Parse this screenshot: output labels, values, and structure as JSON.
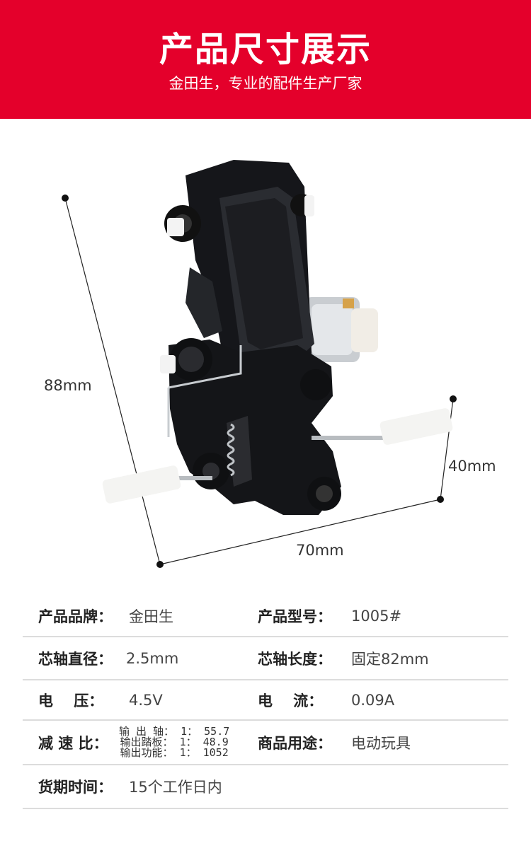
{
  "header": {
    "title": "产品尺寸展示",
    "subtitle": "金田生，专业的配件生产厂家",
    "background_color": "#e4002b"
  },
  "dimensions": {
    "height": "88mm",
    "depth": "40mm",
    "width": "70mm"
  },
  "specs": {
    "brand_label": "产品品牌：",
    "brand_value": "金田生",
    "model_label": "产品型号：",
    "model_value": "1005#",
    "shaft_diameter_label": "芯轴直径：",
    "shaft_diameter_value": "2.5mm",
    "shaft_length_label": "芯轴长度：",
    "shaft_length_value": "固定82mm",
    "voltage_label": "电    压：",
    "voltage_value": "4.5V",
    "current_label": "电    流：",
    "current_value": "0.09A",
    "ratio_label": "减 速 比：",
    "ratio_lines": [
      "输 出 轴： 1： 55.7",
      "输出踏板： 1： 48.9",
      "输出功能： 1： 1052"
    ],
    "usage_label": "商品用途：",
    "usage_value": "电动玩具",
    "delivery_label": "货期时间：",
    "delivery_value": "15个工作日内"
  }
}
